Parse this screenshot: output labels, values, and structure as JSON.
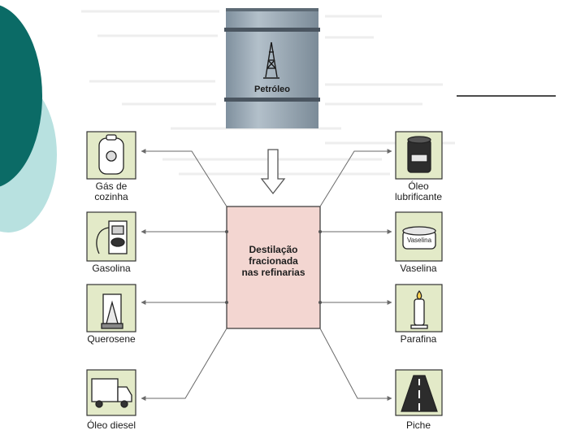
{
  "slide": {
    "colors": {
      "accent_teal": "#0b6b66",
      "accent_light": "#b8e1e0",
      "barrel": "#9aa9b5",
      "box": "#f3d6d1",
      "icon_bg": "#e3eac8"
    }
  },
  "diagram": {
    "barrel_label": "Petróleo",
    "center_lines": [
      "Destilação",
      "fracionada",
      "nas refinarias"
    ],
    "left_products": [
      {
        "icon": "gas-cylinder-icon",
        "lines": [
          "Gás de",
          "cozinha"
        ]
      },
      {
        "icon": "fuel-pump-icon",
        "lines": [
          "Gasolina"
        ]
      },
      {
        "icon": "kerosene-lamp-icon",
        "lines": [
          "Querosene"
        ]
      },
      {
        "icon": "truck-icon",
        "lines": [
          "Óleo diesel"
        ]
      }
    ],
    "right_products": [
      {
        "icon": "oil-can-icon",
        "lines": [
          "Óleo",
          "lubrificante"
        ]
      },
      {
        "icon": "vaseline-jar-icon",
        "lines": [
          "Vaselina"
        ],
        "icon_text": "Vaselina"
      },
      {
        "icon": "candle-icon",
        "lines": [
          "Parafina"
        ]
      },
      {
        "icon": "road-icon",
        "lines": [
          "Piche"
        ]
      }
    ]
  }
}
